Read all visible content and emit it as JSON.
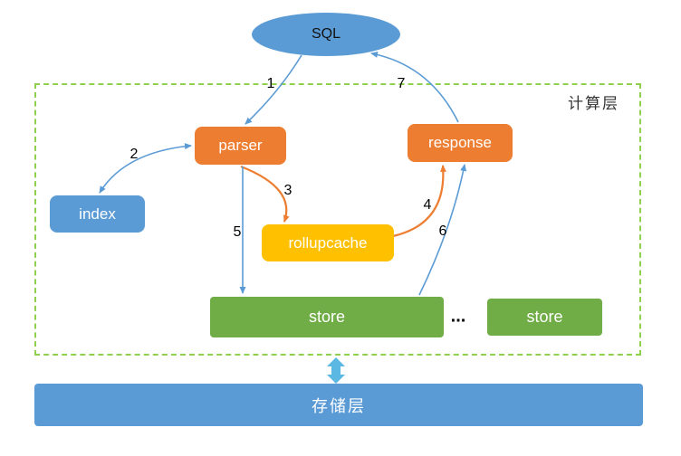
{
  "diagram": {
    "region_label": "计算层",
    "nodes": {
      "sql": {
        "label": "SQL"
      },
      "parser": {
        "label": "parser"
      },
      "response": {
        "label": "response"
      },
      "index": {
        "label": "index"
      },
      "rollupcache": {
        "label": "rollupcache"
      },
      "store_left": {
        "label": "store"
      },
      "store_right": {
        "label": "store"
      },
      "ellipsis": {
        "label": "..."
      },
      "storage_layer": {
        "label": "存储层"
      }
    },
    "edge_labels": [
      "1",
      "2",
      "3",
      "4",
      "5",
      "6",
      "7"
    ],
    "colors": {
      "blue": "#5B9BD5",
      "orange": "#ED7D31",
      "yellow": "#FFC000",
      "green": "#70AD47",
      "dash-green": "#8FD14F",
      "double-arrow": "#5BB8E2",
      "text-dark": "#1a1a1a"
    }
  }
}
